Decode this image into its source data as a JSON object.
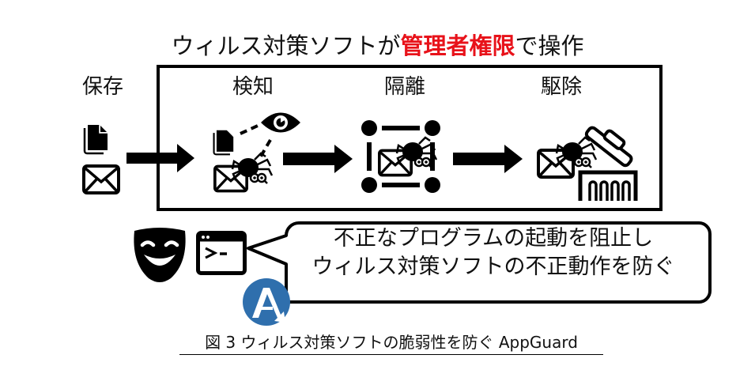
{
  "headline": {
    "prefix": "ウィルス対策ソフトが",
    "highlight": "管理者権限",
    "suffix": "で操作",
    "highlight_color": "#e8121a"
  },
  "stages": [
    {
      "label": "保存",
      "icons": [
        "document-icon",
        "envelope-icon"
      ]
    },
    {
      "label": "検知",
      "icons": [
        "document-icon",
        "eye-icon",
        "envelope-icon",
        "spider-icon"
      ]
    },
    {
      "label": "隔離",
      "icons": [
        "quarantine-frame-icon",
        "envelope-icon",
        "spider-icon"
      ]
    },
    {
      "label": "駆除",
      "icons": [
        "envelope-icon",
        "spider-icon",
        "trash-can-icon"
      ]
    }
  ],
  "actors": {
    "mask_icon": "comedy-mask-icon",
    "terminal_icon": "terminal-window-icon",
    "terminal_prompt": ">-",
    "logo_icon": "appguard-logo-icon",
    "logo_color": "#2f6fad"
  },
  "speech_bubble": {
    "line1": "不正なプログラムの起動を阻止し",
    "line2": "ウィルス対策ソフトの不正動作を防ぐ"
  },
  "caption": "図 3 ウィルス対策ソフトの脆弱性を防ぐ AppGuard"
}
